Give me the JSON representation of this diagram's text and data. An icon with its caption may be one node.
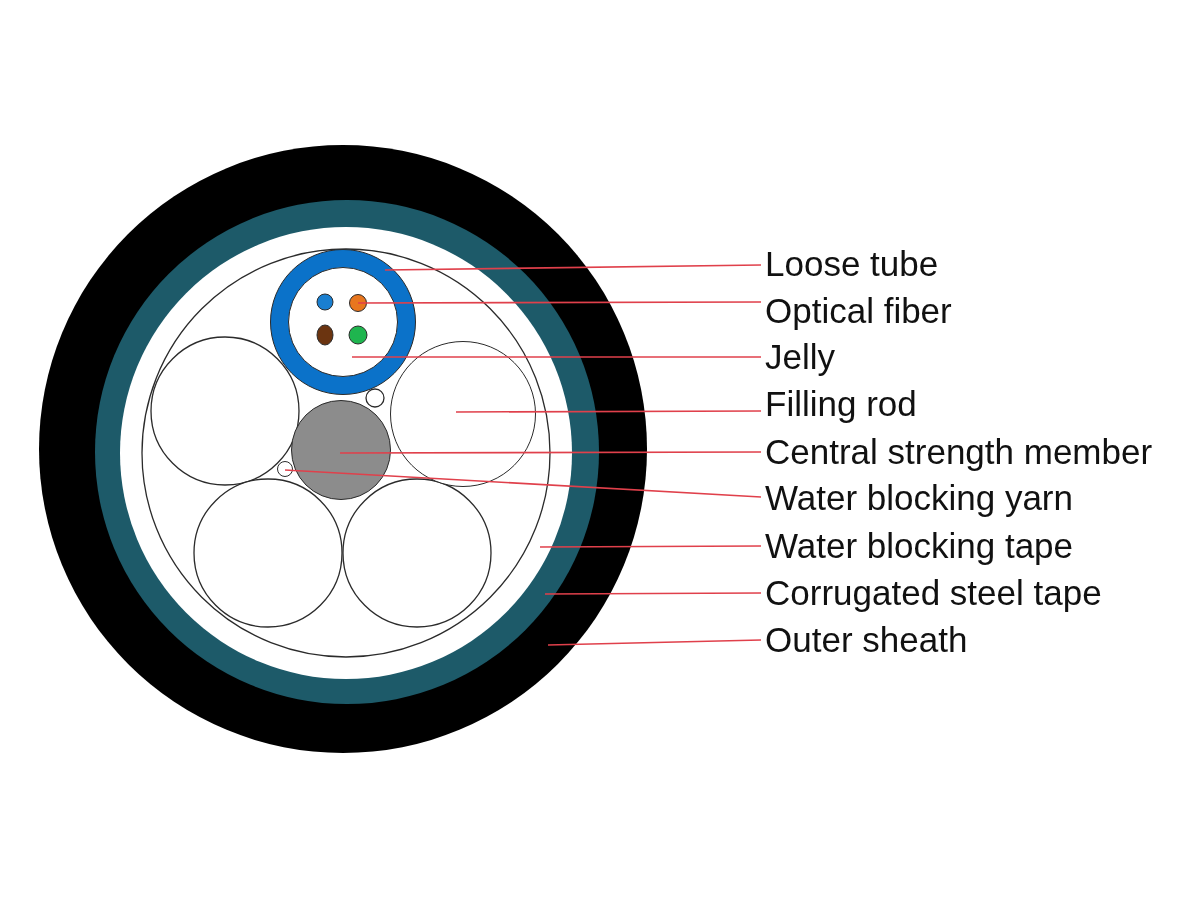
{
  "diagram": {
    "nodes": [
      {
        "text": [],
        "shape": "circle"
      },
      {
        "text": [],
        "shape": "circle",
        "in": 0
      },
      {
        "text": [],
        "shape": "circle",
        "in": 1
      },
      {
        "text": [],
        "shape": "circle",
        "in": 2
      },
      {
        "text": [],
        "shape": "circle",
        "in": 3
      },
      {
        "text": [],
        "shape": "circle",
        "in": 4
      },
      {
        "text": [],
        "shape": "circle",
        "in": 2
      },
      {
        "text": [],
        "shape": "circle",
        "in": 2
      },
      {
        "text": [],
        "shape": "circle",
        "in": 2
      },
      {
        "text": [
          "Loose tube"
        ]
      },
      {
        "text": [
          "Optical fiber"
        ]
      },
      {
        "text": [
          "Jelly"
        ]
      },
      {
        "text": [
          "Filling rod"
        ]
      },
      {
        "text": [
          "Central strength member"
        ]
      },
      {
        "text": [
          "Water blocking yarn"
        ]
      },
      {
        "text": [
          "Water blocking tape"
        ]
      },
      {
        "text": [
          "Corrugated steel tape"
        ]
      },
      {
        "text": [
          "Outer sheath"
        ]
      }
    ],
    "edges": [
      {
        "from": 9,
        "to": 3,
        "arrow": "none"
      },
      {
        "from": 10,
        "to": 5,
        "arrow": "none"
      },
      {
        "from": 11,
        "to": 4,
        "arrow": "none"
      },
      {
        "from": 12,
        "to": 6,
        "arrow": "none"
      },
      {
        "from": 13,
        "to": 7,
        "arrow": "none"
      },
      {
        "from": 14,
        "to": 8,
        "arrow": "none"
      },
      {
        "from": 15,
        "to": 2,
        "arrow": "none"
      },
      {
        "from": 16,
        "to": 1,
        "arrow": "none"
      },
      {
        "from": 17,
        "to": 0,
        "arrow": "none"
      }
    ]
  }
}
